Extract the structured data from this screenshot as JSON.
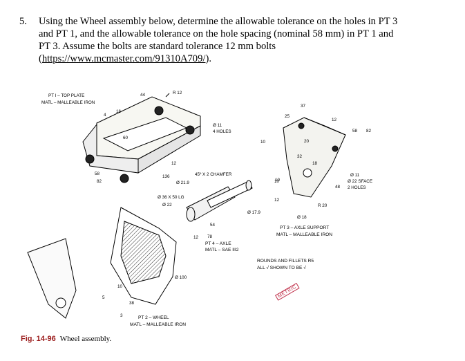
{
  "question": {
    "number": "5.",
    "line1": "Using the Wheel assembly below, determine the allowable tolerance on the holes in PT 3",
    "line2": "and PT 1, and the allowable tolerance on the hole spacing (nominal 58 mm) in PT 1 and",
    "line3": "PT 3.  Assume the bolts are standard tolerance 12 mm bolts",
    "link": "https://www.mcmaster.com/91310A709/",
    "link_prefix": "(",
    "link_suffix": ")."
  },
  "pt1": {
    "title": "PT I – TOP PLATE",
    "material": "MATL – MALLEABLE IRON",
    "dims": {
      "d44": "44",
      "r12": "R 12",
      "d16": "16",
      "d4": "4",
      "d60": "60",
      "d58": "58",
      "d82": "82",
      "d136": "136",
      "d12": "12"
    },
    "holes": "Ø 11",
    "holes_count": "4 HOLES"
  },
  "pt4": {
    "title": "PT 4 – AXLE",
    "material": "MATL – SAE III2",
    "chamfer": "45º X 2 CHAMFER",
    "d219": "Ø 21.9",
    "d36": "Ø 36 X 50 LG",
    "d22": "Ø 22",
    "d179": "Ø 17.9",
    "d54": "54",
    "d12": "12",
    "d78": "78",
    "d10": "10"
  },
  "pt3": {
    "title": "PT 3 – AXLE SUPPORT",
    "material": "MATL – MALLEABLE IRON",
    "dims": {
      "d37": "37",
      "d25": "25",
      "d12": "12",
      "d58": "58",
      "d82": "82",
      "d10a": "10",
      "d20": "20",
      "d32": "32",
      "d18": "18",
      "d48": "48",
      "d10b": "10",
      "d12b": "12",
      "r20": "R 20",
      "d18b": "Ø 18"
    },
    "hole": "Ø 11",
    "sface": "Ø 22 SFACE",
    "holes_count": "2 HOLES"
  },
  "pt2": {
    "title": "PT 2 – WHEEL",
    "material": "MATL – MALLEABLE IRON",
    "dims": {
      "d100": "Ø 100",
      "d10": "10",
      "d5": "5",
      "d38": "38",
      "d3": "3"
    }
  },
  "notes": {
    "line1": "ROUNDS AND FILLETS R5",
    "line2": "ALL √ SHOWN TO BE √",
    "metric": "METRIC"
  },
  "caption": {
    "fig": "Fig. 14-96",
    "text": "Wheel assembly."
  }
}
